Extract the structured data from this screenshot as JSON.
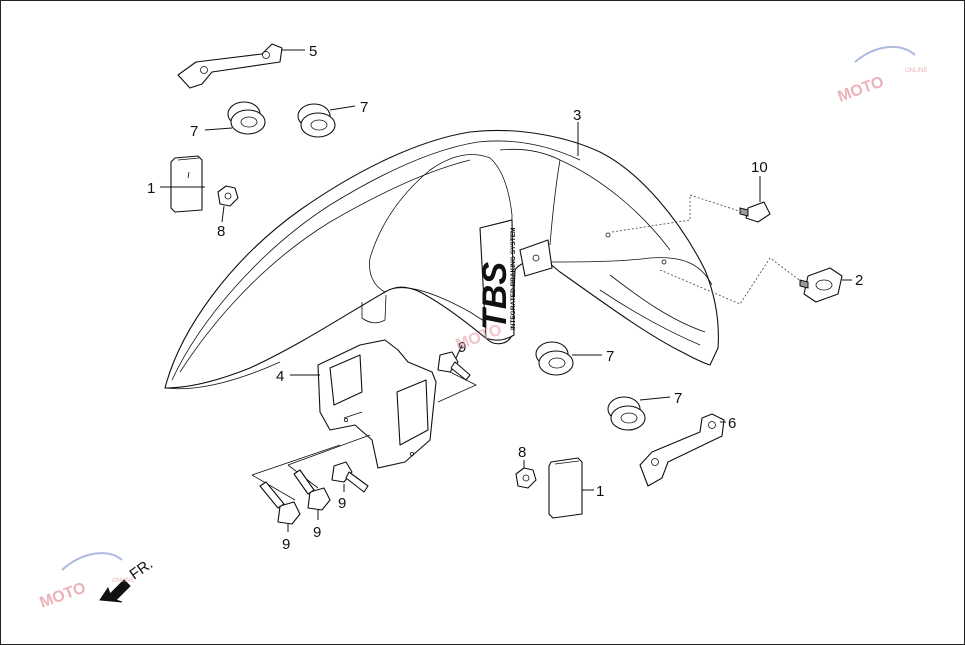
{
  "diagram": {
    "labels": {
      "p1a": "1",
      "p1b": "1",
      "p2": "2",
      "p3": "3",
      "p4": "4",
      "p5": "5",
      "p6": "6",
      "p7a": "7",
      "p7b": "7",
      "p7c": "7",
      "p7d": "7",
      "p8a": "8",
      "p8b": "8",
      "p9a": "9",
      "p9b": "9",
      "p9c": "9",
      "p9d": "9",
      "p10": "10"
    },
    "fender_text": {
      "logo": "TBS",
      "subtitle": "INTEGRATED BRAKING SYSTEM"
    },
    "direction": "FR.",
    "watermark": {
      "brand": "MOTO",
      "sub": "ONLINE"
    }
  }
}
